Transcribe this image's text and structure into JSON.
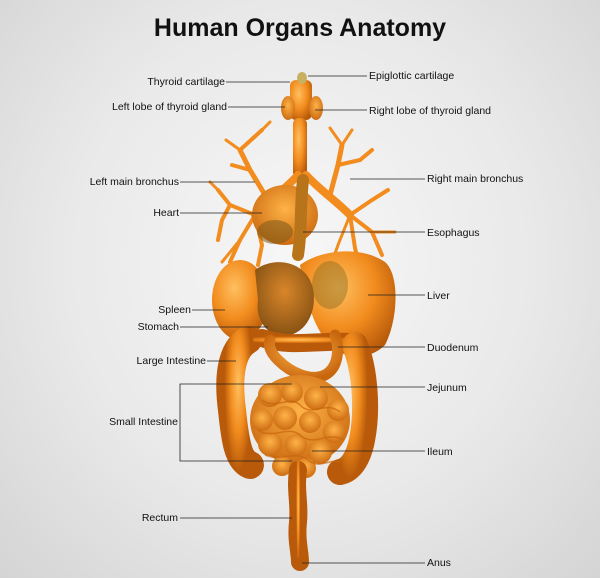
{
  "title": "Human Organs Anatomy",
  "labels": {
    "left": {
      "thyroid_cartilage": "Thyroid cartilage",
      "left_lobe_thyroid": "Left lobe of thyroid gland",
      "left_main_bronchus": "Left main bronchus",
      "heart": "Heart",
      "spleen": "Spleen",
      "stomach": "Stomach",
      "large_intestine": "Large Intestine",
      "small_intestine": "Small Intestine",
      "rectum": "Rectum"
    },
    "right": {
      "epiglottic_cartilage": "Epiglottic cartilage",
      "right_lobe_thyroid": "Right lobe of thyroid gland",
      "right_main_bronchus": "Right main bronchus",
      "esophagus": "Esophagus",
      "liver": "Liver",
      "duodenum": "Duodenum",
      "jejunum": "Jejunum",
      "ileum": "Ileum",
      "anus": "Anus"
    }
  },
  "colors": {
    "organ_main": "#f28c1e",
    "organ_dark": "#b85a0a",
    "organ_light": "#ffb347",
    "leader_line": "#222222",
    "background": "#e9e9e9"
  }
}
